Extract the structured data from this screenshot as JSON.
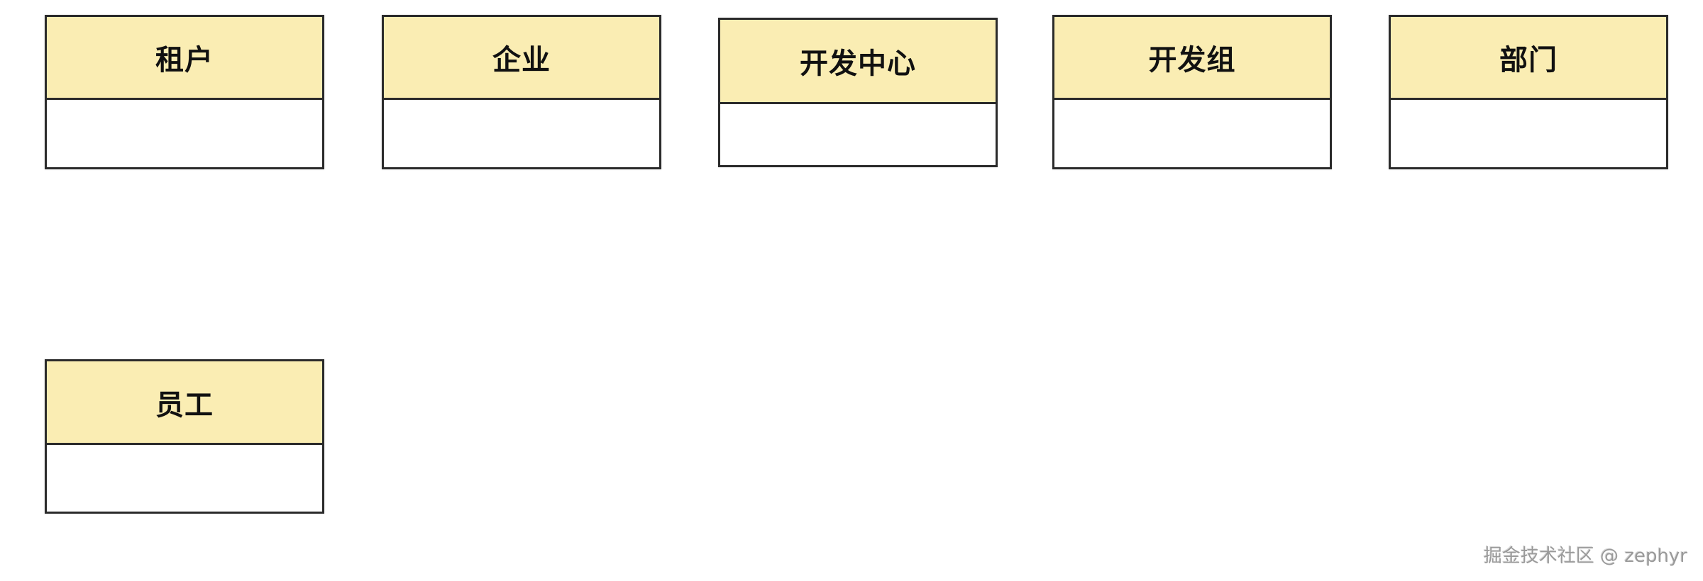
{
  "diagram": {
    "colors": {
      "header_fill": "#faedb3",
      "border": "#2b2b2b",
      "body_fill": "#ffffff",
      "background": "#ffffff"
    },
    "entities": [
      {
        "label": "租户"
      },
      {
        "label": "企业"
      },
      {
        "label": "开发中心"
      },
      {
        "label": "开发组"
      },
      {
        "label": "部门"
      },
      {
        "label": "员工"
      }
    ]
  },
  "watermark": {
    "text": "掘金技术社区 @ zephyr"
  }
}
